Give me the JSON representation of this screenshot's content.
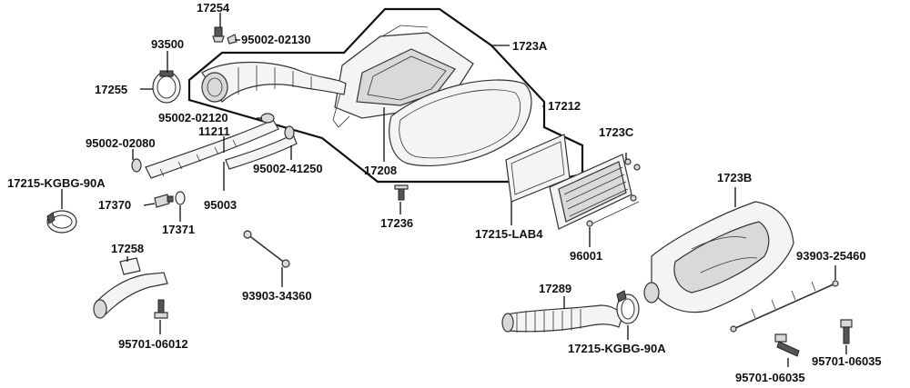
{
  "labels": {
    "p17254": "17254",
    "p95002_02130": "95002-02130",
    "p93500": "93500",
    "p1723A": "1723A",
    "p17255": "17255",
    "p17212": "17212",
    "p95002_02120": "95002-02120",
    "p11211": "11211",
    "p95002_02080": "95002-02080",
    "p1723C": "1723C",
    "p95002_41250": "95002-41250",
    "p17208": "17208",
    "p17215_KGBG_90A_left": "17215-KGBG-90A",
    "p1723B": "1723B",
    "p17370": "17370",
    "p95003": "95003",
    "p17236": "17236",
    "p17215_LAB4": "17215-LAB4",
    "p17371": "17371",
    "p17258": "17258",
    "p96001": "96001",
    "p93903_25460": "93903-25460",
    "p93903_34360": "93903-34360",
    "p17289": "17289",
    "p95701_06012": "95701-06012",
    "p17215_KGBG_90A_bottom": "17215-KGBG-90A",
    "p95701_06035_right": "95701-06035",
    "p95701_06035_bottom": "95701-06035"
  }
}
